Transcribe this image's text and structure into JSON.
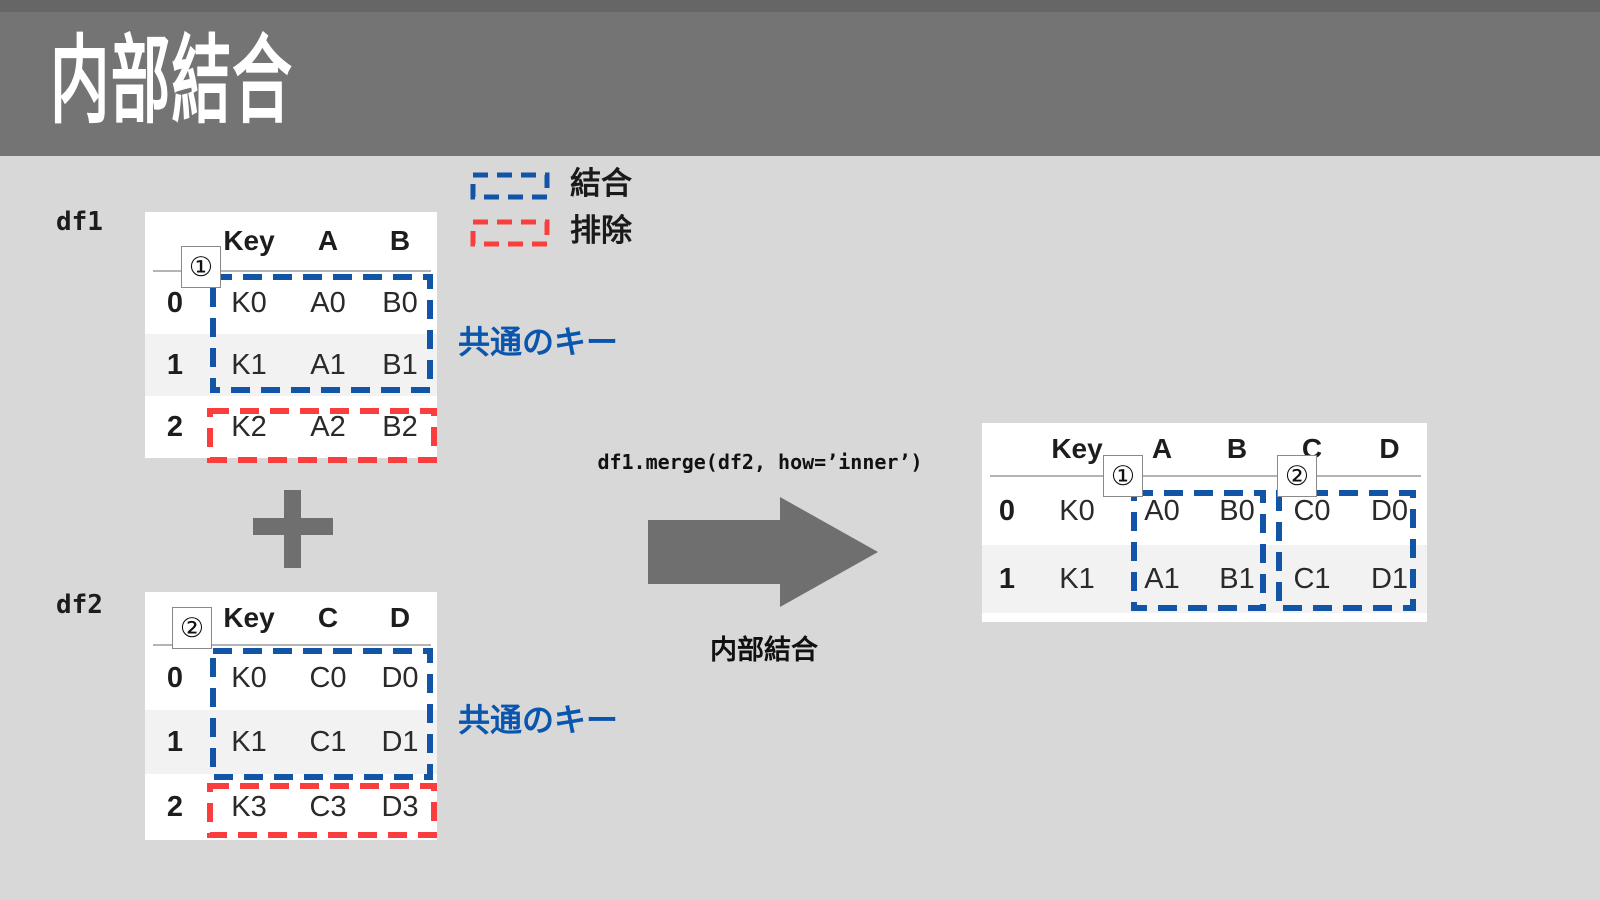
{
  "title": "内部結合",
  "legend": {
    "join_label": "結合",
    "exclude_label": "排除"
  },
  "colors": {
    "join_blue": "#1254a6",
    "exclude_red": "#fa3e3e",
    "annotation_blue": "#0a55ad",
    "band_gray": "#747474",
    "canvas_gray": "#d8d8d8",
    "shape_gray": "#6f6f6f"
  },
  "df1": {
    "label": "df1",
    "marker": "①",
    "columns": [
      "Key",
      "A",
      "B"
    ],
    "rows": [
      {
        "index": "0",
        "cells": [
          "K0",
          "A0",
          "B0"
        ]
      },
      {
        "index": "1",
        "cells": [
          "K1",
          "A1",
          "B1"
        ]
      },
      {
        "index": "2",
        "cells": [
          "K2",
          "A2",
          "B2"
        ]
      }
    ],
    "annotation": "共通のキー"
  },
  "df2": {
    "label": "df2",
    "marker": "②",
    "columns": [
      "Key",
      "C",
      "D"
    ],
    "rows": [
      {
        "index": "0",
        "cells": [
          "K0",
          "C0",
          "D0"
        ]
      },
      {
        "index": "1",
        "cells": [
          "K1",
          "C1",
          "D1"
        ]
      },
      {
        "index": "2",
        "cells": [
          "K3",
          "C3",
          "D3"
        ]
      }
    ],
    "annotation": "共通のキー"
  },
  "merge": {
    "code": "df1.merge(df2, how=’inner’)",
    "operation_label": "内部結合"
  },
  "result": {
    "markers": [
      "①",
      "②"
    ],
    "columns": [
      "Key",
      "A",
      "B",
      "C",
      "D"
    ],
    "rows": [
      {
        "index": "0",
        "cells": [
          "K0",
          "A0",
          "B0",
          "C0",
          "D0"
        ]
      },
      {
        "index": "1",
        "cells": [
          "K1",
          "A1",
          "B1",
          "C1",
          "D1"
        ]
      }
    ]
  }
}
